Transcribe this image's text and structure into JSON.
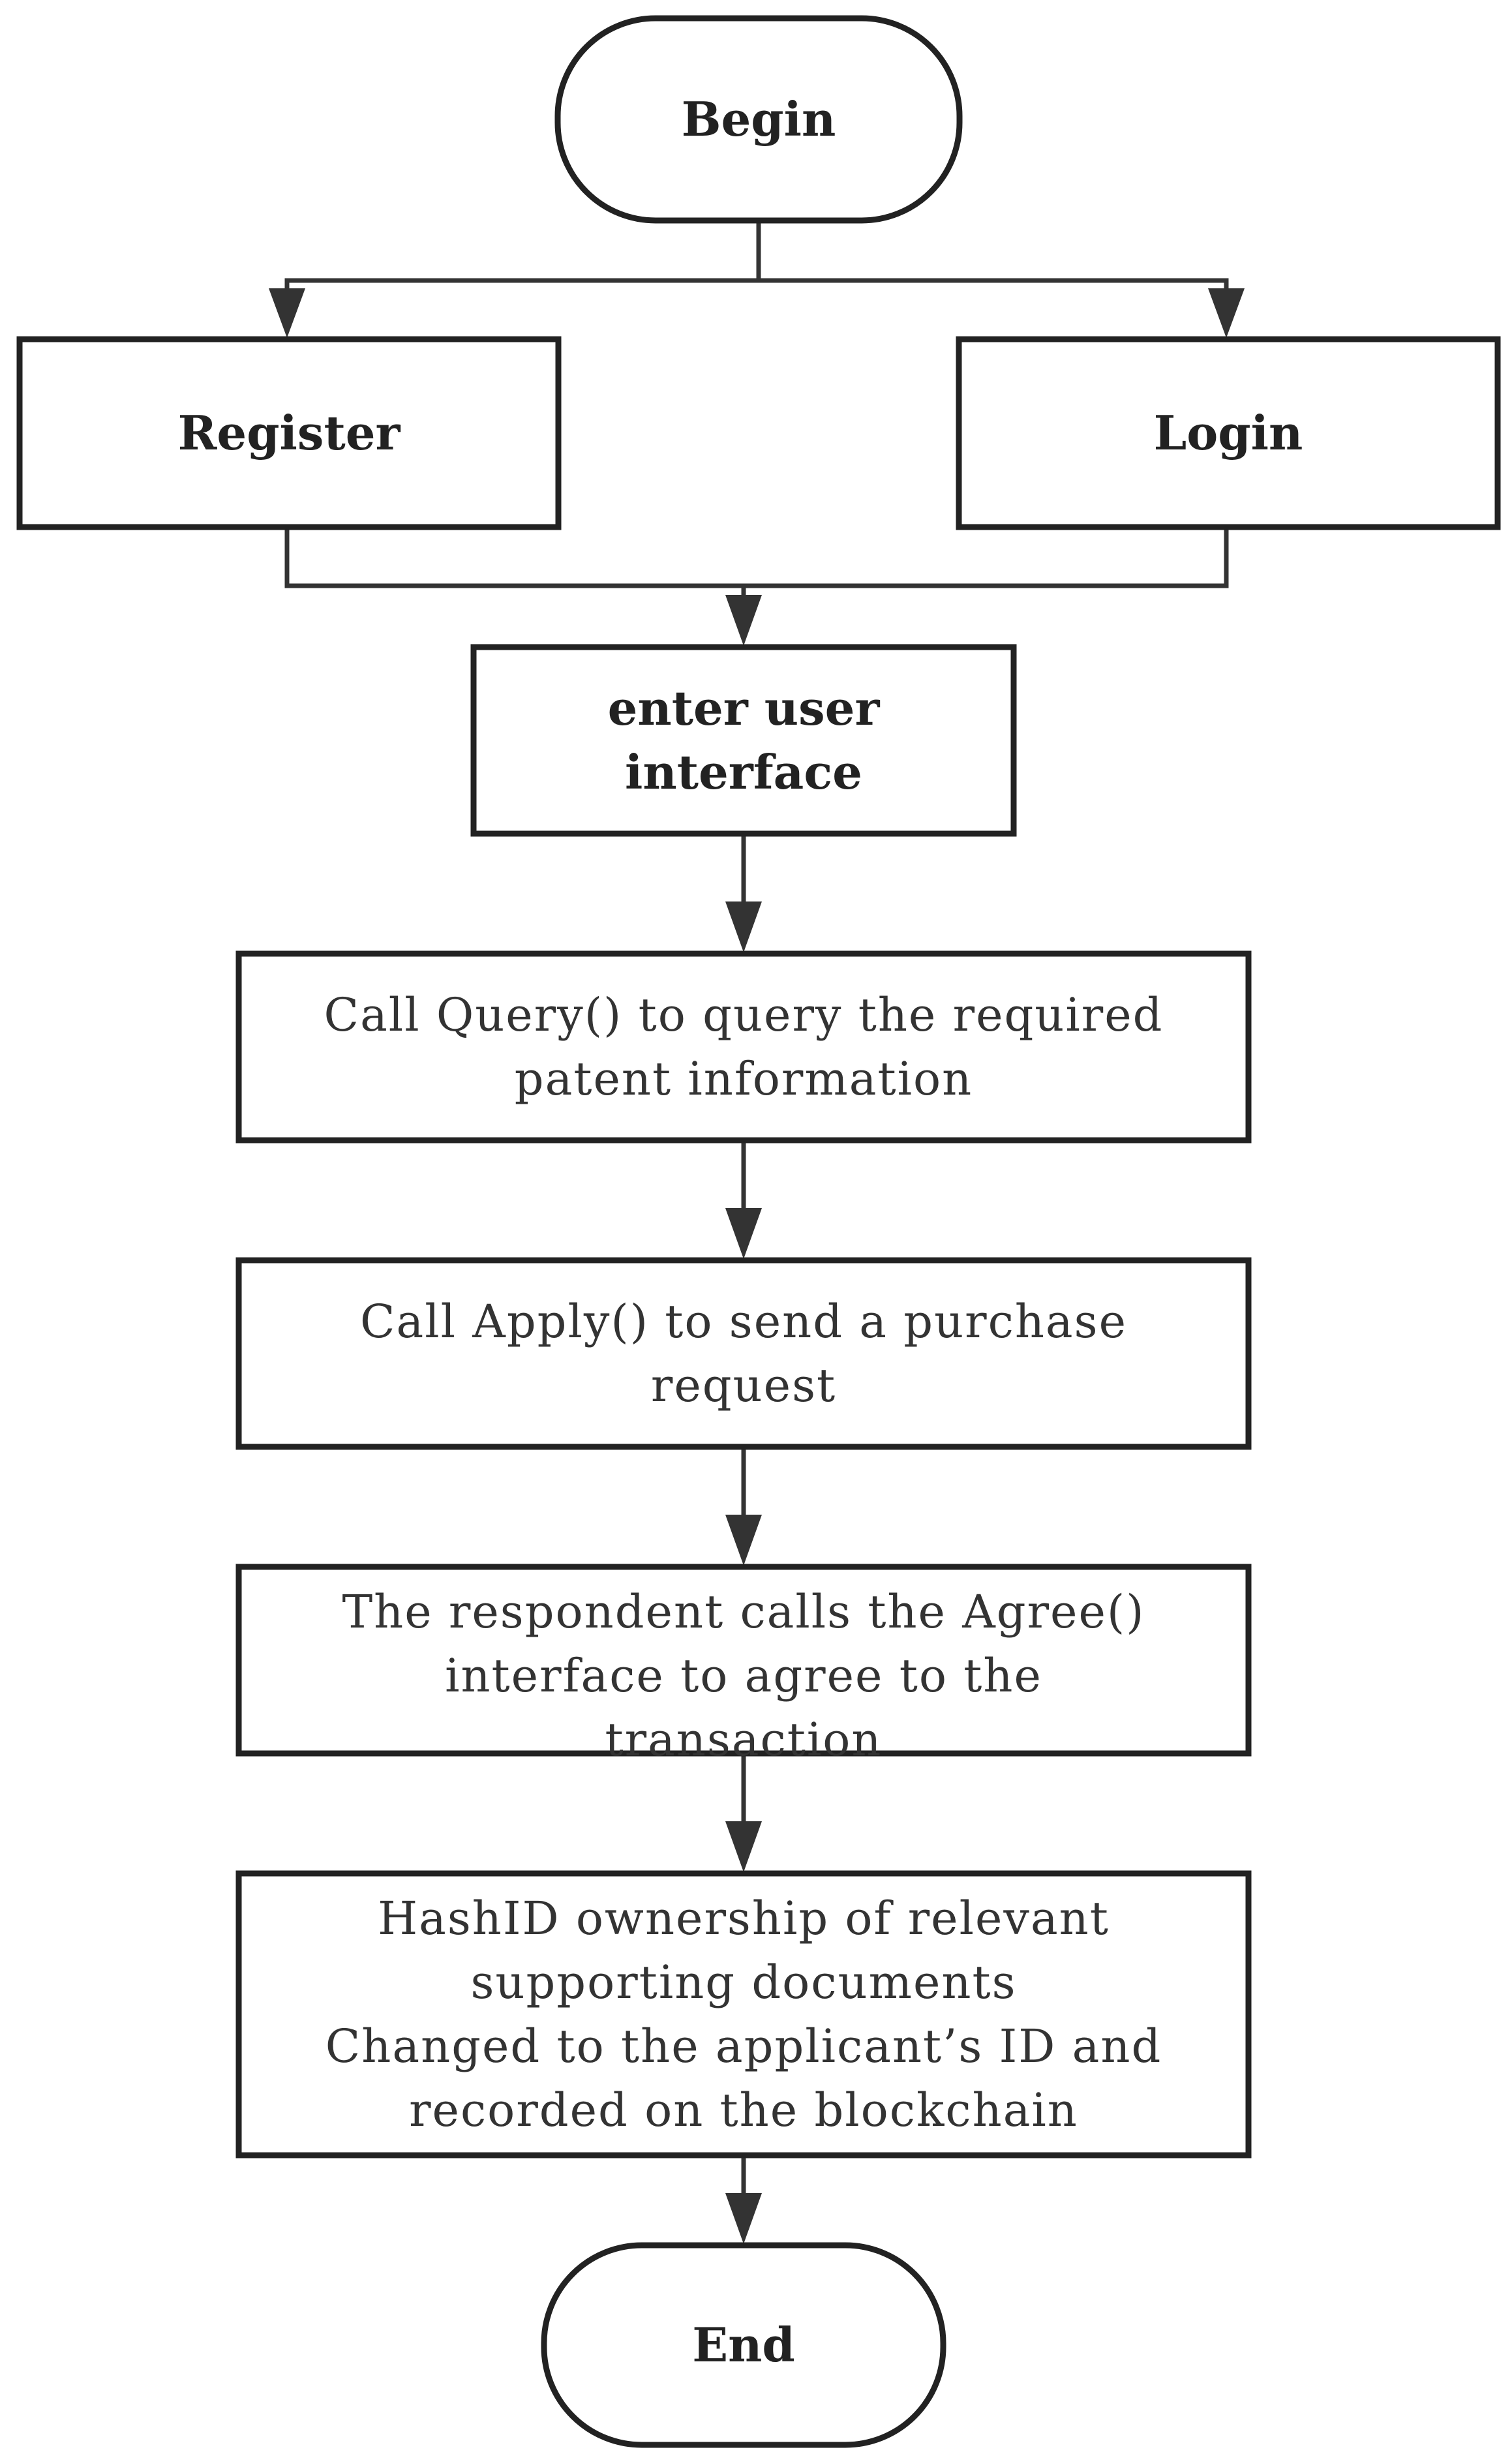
{
  "nodes": {
    "begin": "Begin",
    "register": "Register",
    "login": "Login",
    "enter_ui": "enter user\ninterface",
    "query": "Call Query() to query the required\npatent information",
    "apply": "Call Apply() to send a purchase\nrequest",
    "agree": "The respondent calls the Agree()\ninterface to agree to the\ntransaction",
    "hashid": "HashID ownership of relevant\nsupporting documents\nChanged to the applicant’s ID and\nrecorded on the blockchain",
    "end": "End"
  },
  "edges": [
    {
      "from": "begin",
      "to": "register"
    },
    {
      "from": "begin",
      "to": "login"
    },
    {
      "from": "register",
      "to": "enter_ui"
    },
    {
      "from": "login",
      "to": "enter_ui"
    },
    {
      "from": "enter_ui",
      "to": "query"
    },
    {
      "from": "query",
      "to": "apply"
    },
    {
      "from": "apply",
      "to": "agree"
    },
    {
      "from": "agree",
      "to": "hashid"
    },
    {
      "from": "hashid",
      "to": "end"
    }
  ]
}
